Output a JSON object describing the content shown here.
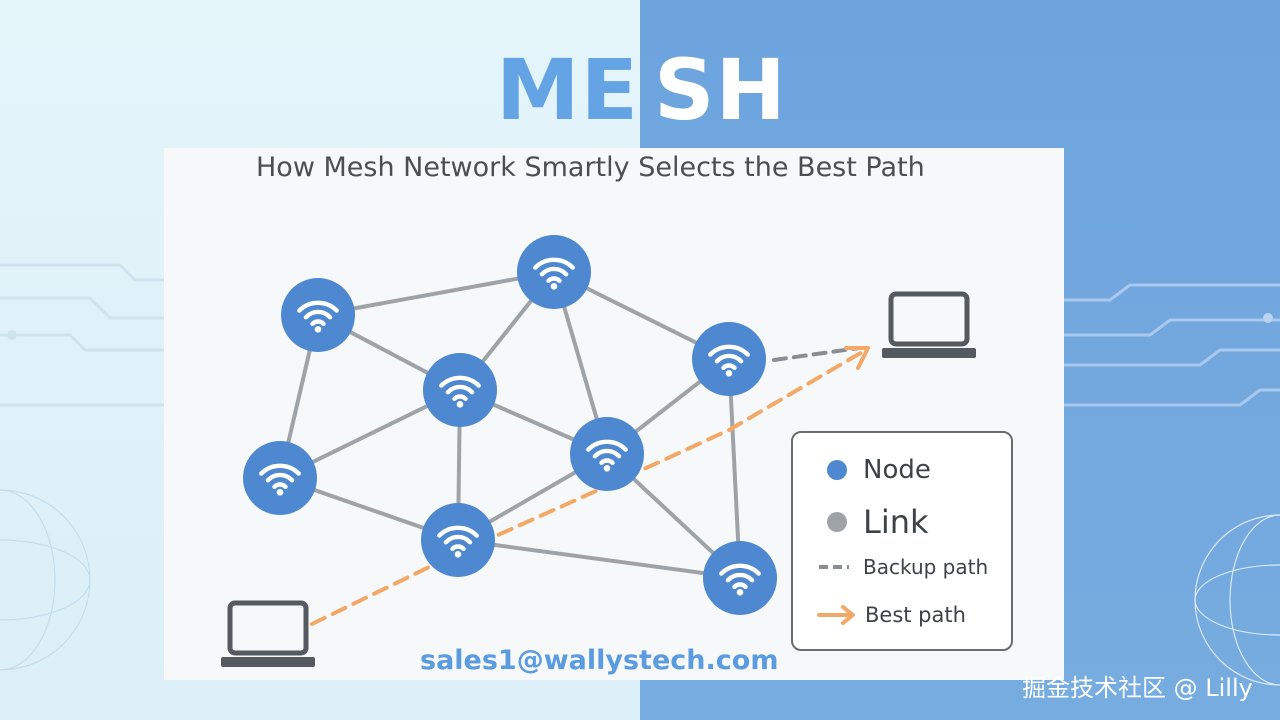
{
  "brand": {
    "part_a": "ME",
    "part_b": "SH"
  },
  "title": "How Mesh Network Smartly Selects the Best Path",
  "legend": {
    "node": "Node",
    "link": "Link",
    "backup": "Backup path",
    "best": "Best path"
  },
  "email": "sales1@wallystech.com",
  "watermark": "掘金技术社区 @ Lilly",
  "colors": {
    "node": "#4e88d0",
    "link": "#9ea3a8",
    "best_path": "#f2a866",
    "backup_path": "#8a8e93",
    "accent": "#64a3e4"
  },
  "icons": [
    "wifi-icon",
    "laptop-icon",
    "arrow-icon"
  ]
}
